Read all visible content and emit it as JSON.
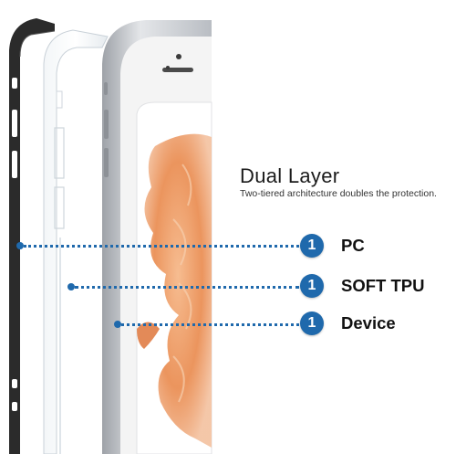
{
  "heading": {
    "title": "Dual Layer",
    "subtitle": "Two-tiered architecture doubles the protection."
  },
  "layers": [
    {
      "badge": "1",
      "label": "PC"
    },
    {
      "badge": "1",
      "label": "SOFT TPU"
    },
    {
      "badge": "1",
      "label": "Device"
    }
  ],
  "colors": {
    "accent": "#1f69ac",
    "pc_frame": "#2b2b2b",
    "tpu": "#e8ecf0",
    "device": "#c9ccd1",
    "fish": "#e9975a"
  }
}
